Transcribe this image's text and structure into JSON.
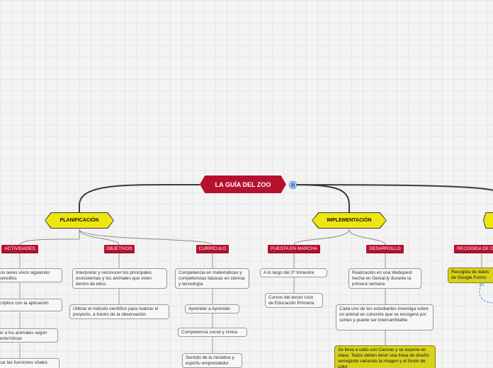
{
  "diagram": {
    "root": "LA GUÍA DEL ZOO",
    "branches": [
      {
        "label": "PLANIFICACIÓN",
        "subtopics": [
          {
            "label": "ACTIVIDADES",
            "leaves": [
              "los seres vivos siguiendo sencillos",
              "críptico con la aplicación",
              "ar a los animales según acterísticas",
              "car las funciones vitales"
            ]
          },
          {
            "label": "OBJETIVOS",
            "leaves": [
              "Interpretar y reconocer los principales ecosistemas y los animales que viven dentro de ellos.",
              "Utilizar el método científico para realizar el proyecto, a través de la observación."
            ]
          },
          {
            "label": "CURRÍCULO",
            "leaves": [
              "Competencia en matemáticas y competencias básicas en ciencia y tecnología",
              "Aprender a Aprender",
              "Competencia social y cívica",
              "Sentido de la iniviativa y espíritu emprendedor"
            ]
          }
        ]
      },
      {
        "label": "IMPLEMENTACIÓN",
        "subtopics": [
          {
            "label": "PUESTA EN MARCHA",
            "leaves": [
              "A lo largo del 2º trimestre",
              "Cursos del tercer ciclo de Educación Primaria"
            ]
          },
          {
            "label": "DESARROLLO",
            "leaves": [
              "Realización en una Webquest hecha en Genial.ly durante la primera semana",
              "Cada uno de los estudiantes investiga sobre un animal en concreto que se escogerá por sorteo y puede ser intercambiable",
              "Se lleva a cabo con Canvas y se expone en clase. Todos deben tener una línea de diseño semejante variando la imagen y el fondo de color"
            ]
          }
        ]
      },
      {
        "label": "",
        "subtopics": [
          {
            "label": "RECOGIDA DE D",
            "leaves": [
              "Recogida de datos de Google Forms"
            ]
          }
        ]
      }
    ]
  },
  "colors": {
    "root": "#b5112e",
    "main_topic": "#f0e60f",
    "subtopic": "#b5112e",
    "leaf_highlight": "#d8d21d",
    "background": "#f3f3f3"
  }
}
